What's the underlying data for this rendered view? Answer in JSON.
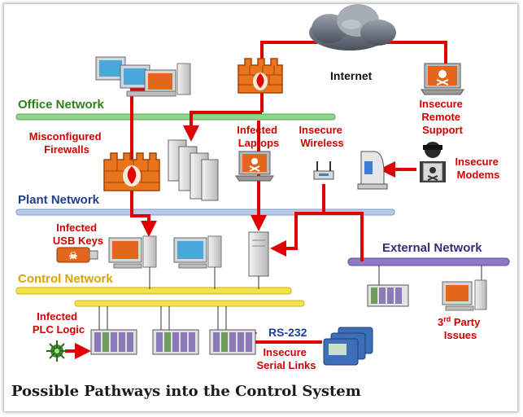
{
  "caption": "Possible Pathways into the Control System",
  "networks": {
    "office": "Office Network",
    "plant": "Plant Network",
    "control": "Control Network",
    "external": "External Network",
    "internet": "Internet"
  },
  "threats": {
    "misconfigured_firewalls": [
      "Misconfigured",
      "Firewalls"
    ],
    "infected_laptops": [
      "Infected",
      "Laptops"
    ],
    "insecure_wireless": [
      "Insecure",
      "Wireless"
    ],
    "insecure_remote_support": [
      "Insecure",
      "Remote",
      "Support"
    ],
    "insecure_modems": [
      "Insecure",
      "Modems"
    ],
    "infected_usb_keys": [
      "Infected",
      "USB Keys"
    ],
    "infected_plc_logic": [
      "Infected",
      "PLC Logic"
    ],
    "insecure_serial_links": [
      "Insecure",
      "Serial Links"
    ],
    "third_party_issues": {
      "base": "3",
      "sup": "rd",
      "rest": " Party",
      "line2": "Issues"
    }
  },
  "rs232": "RS-232",
  "colors": {
    "office_bus": "#8fd48a",
    "plant_bus": "#b9cbe8",
    "control_bus": "#f2e24a",
    "external_bus": "#8c7bc4",
    "attack_path": "#e00000",
    "firewall": "#e8741c"
  }
}
